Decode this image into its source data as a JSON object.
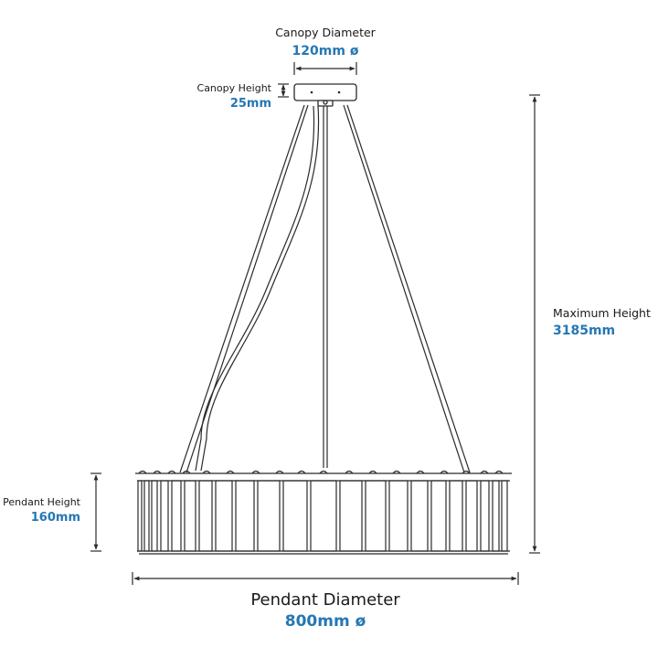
{
  "accent_color": "#2577b4",
  "line_color": "#2a2a2a",
  "dimensions": {
    "canopy_diameter": {
      "label": "Canopy Diameter",
      "value": "120mm ø"
    },
    "canopy_height": {
      "label": "Canopy Height",
      "value": "25mm"
    },
    "maximum_height": {
      "label": "Maximum Height",
      "value": "3185mm"
    },
    "pendant_height": {
      "label": "Pendant Height",
      "value": "160mm"
    },
    "pendant_diameter": {
      "label": "Pendant Diameter",
      "value": "800mm ø"
    }
  }
}
